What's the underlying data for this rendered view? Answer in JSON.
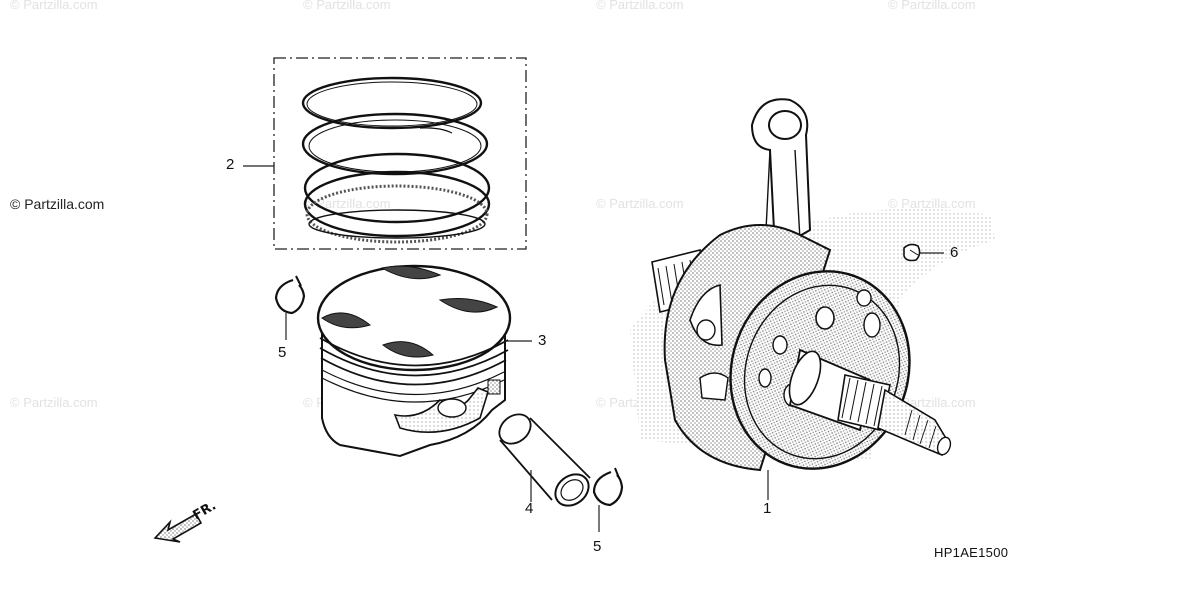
{
  "watermarks": {
    "text": "© Partzilla.com",
    "featured": "© Partzilla.com"
  },
  "callouts": {
    "ring_set": "2",
    "piston": "3",
    "clip_upper": "5",
    "pin": "4",
    "clip_lower": "5",
    "crankshaft": "1",
    "key": "6"
  },
  "front_arrow_label": "FR.",
  "diagram_code": "HP1AE1500"
}
